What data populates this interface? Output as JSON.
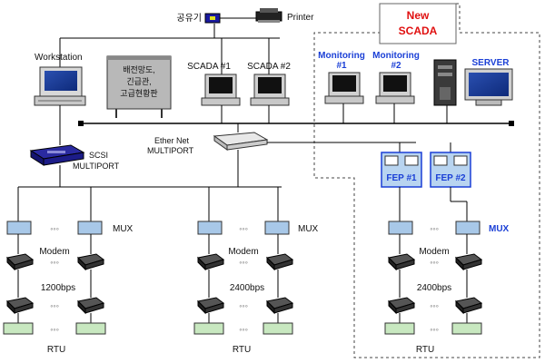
{
  "top": {
    "hub_label": "공유기",
    "printer_label": "Printer"
  },
  "new_scada": {
    "title_line1": "New",
    "title_line2": "SCADA"
  },
  "workstation_label": "Workstation",
  "mimic_board_label": [
    "배전망도,",
    "긴급관,",
    "고급현황판"
  ],
  "scada1_label": "SCADA #1",
  "scada2_label": "SCADA #2",
  "monitoring1_label": [
    "Monitoring",
    "#1"
  ],
  "monitoring2_label": [
    "Monitoring",
    "#2"
  ],
  "server_label": "SERVER",
  "scsi_label": [
    "SCSI",
    "MULTIPORT"
  ],
  "ethernet_label": [
    "Ether Net",
    "MULTIPORT"
  ],
  "fep1_label": "FEP #1",
  "fep2_label": "FEP #2",
  "mux_label": "MUX",
  "modem_label": "Modem",
  "rtu_label": "RTU",
  "dots": "◦◦◦",
  "groups": [
    {
      "speed": "1200bps"
    },
    {
      "speed": "2400bps"
    },
    {
      "speed": "2400bps"
    }
  ],
  "colors": {
    "accent_blue": "#1a3fd6",
    "new_scada_red": "#e01010",
    "mux_fill": "#a8c8e8",
    "fep_fill": "#b8d4f0",
    "rtu_fill": "#c8e8c0"
  }
}
